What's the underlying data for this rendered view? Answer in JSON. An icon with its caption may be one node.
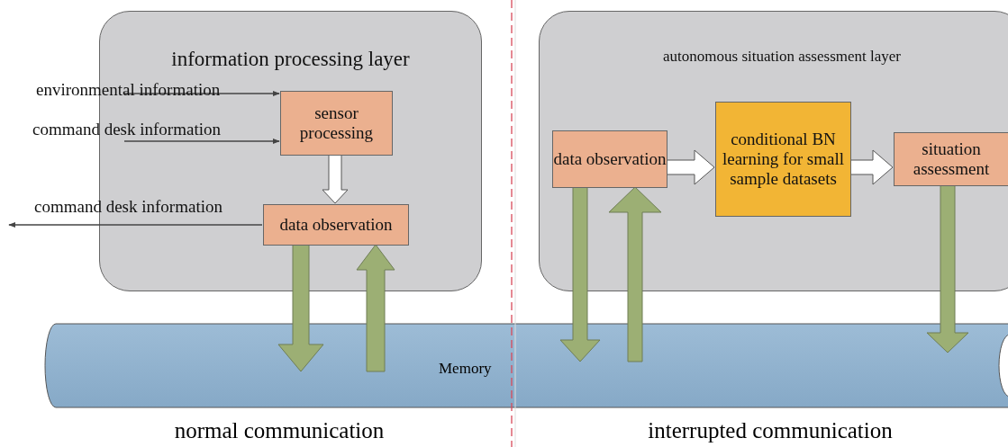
{
  "diagram": {
    "nodes": [
      {
        "text": [
          "information processing layer"
        ]
      },
      {
        "text": [
          "sensor processing"
        ],
        "in": 0
      },
      {
        "text": [
          "data observation"
        ],
        "in": 0
      },
      {
        "text": [
          "autonomous situation assessment layer"
        ]
      },
      {
        "text": [
          "data observation"
        ],
        "in": 3
      },
      {
        "text": [
          "conditional BN learning for small sample datasets"
        ],
        "in": 3
      },
      {
        "text": [
          "situation assessment"
        ],
        "in": 3
      },
      {
        "text": [
          "Memory"
        ]
      }
    ],
    "edges": [
      {
        "from": null,
        "to": 1,
        "arrow": "to",
        "label": "environmental information"
      },
      {
        "from": null,
        "to": 1,
        "arrow": "to",
        "label": "command desk information"
      },
      {
        "from": 2,
        "to": null,
        "arrow": "to",
        "label": "command desk information"
      },
      {
        "from": 1,
        "to": 2,
        "arrow": "to",
        "style": "thick"
      },
      {
        "from": 2,
        "to": 7,
        "arrow": "to",
        "style": "thick",
        "color": "#9caf74"
      },
      {
        "from": 7,
        "to": 2,
        "arrow": "to",
        "style": "thick",
        "color": "#9caf74"
      },
      {
        "from": 4,
        "to": 5,
        "arrow": "to",
        "style": "thick"
      },
      {
        "from": 5,
        "to": 6,
        "arrow": "to",
        "style": "thick"
      },
      {
        "from": 4,
        "to": 7,
        "arrow": "to",
        "style": "thick",
        "color": "#9caf74"
      },
      {
        "from": 7,
        "to": 4,
        "arrow": "to",
        "style": "thick",
        "color": "#9caf74"
      },
      {
        "from": 6,
        "to": 7,
        "arrow": "to",
        "style": "thick",
        "color": "#9caf74"
      }
    ],
    "labels": [
      "normal communication",
      "interrupted communication"
    ]
  }
}
